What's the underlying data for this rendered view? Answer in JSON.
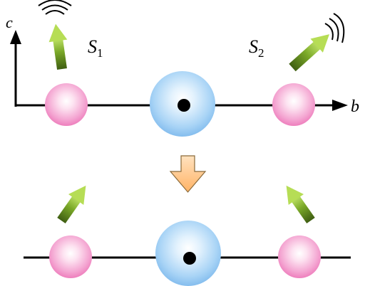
{
  "axes": {
    "c_label": "c",
    "b_label": "b"
  },
  "labels": {
    "s1": {
      "symbol": "S",
      "subscript": "1"
    },
    "s2": {
      "symbol": "S",
      "subscript": "2"
    }
  },
  "colors": {
    "pink_atom": "#f08ac4",
    "blue_atom": "#8ec6f2",
    "arrow_body": "#5a8a12",
    "arrow_head": "#b5dc54",
    "down_arrow": "#ffc78a",
    "line": "#000000"
  }
}
